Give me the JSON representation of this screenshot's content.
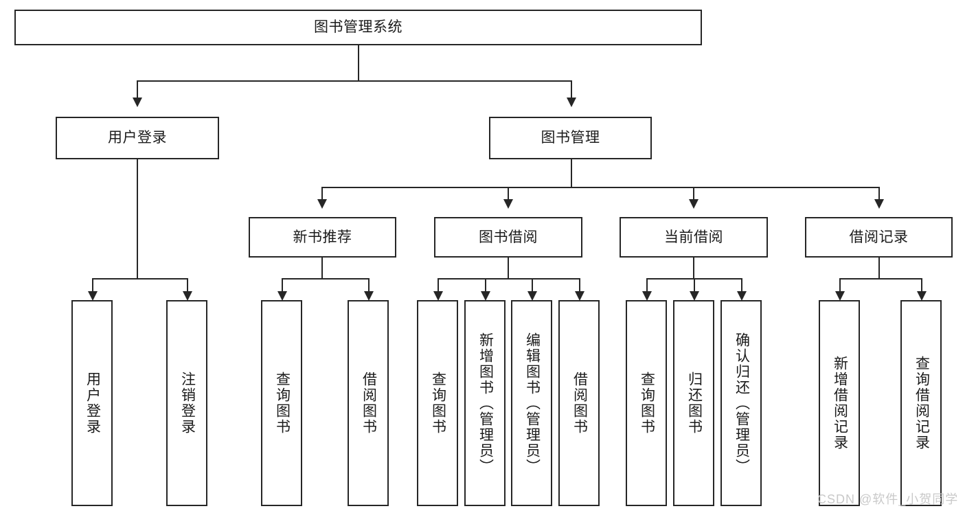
{
  "diagram": {
    "title": "图书管理系统",
    "type": "tree-hierarchy-diagram",
    "root": {
      "label": "图书管理系统"
    },
    "level2": [
      {
        "label": "用户登录"
      },
      {
        "label": "图书管理"
      }
    ],
    "level3": [
      {
        "label": "新书推荐"
      },
      {
        "label": "图书借阅"
      },
      {
        "label": "当前借阅"
      },
      {
        "label": "借阅记录"
      }
    ],
    "leaves": {
      "user_login": [
        {
          "label": "用户登录"
        },
        {
          "label": "注销登录"
        }
      ],
      "new_book_recommend": [
        {
          "label": "查询图书"
        },
        {
          "label": "借阅图书"
        }
      ],
      "book_borrow": [
        {
          "label": "查询图书"
        },
        {
          "label": "新增图书（管理员）"
        },
        {
          "label": "编辑图书（管理员）"
        },
        {
          "label": "借阅图书"
        }
      ],
      "current_borrow": [
        {
          "label": "查询图书"
        },
        {
          "label": "归还图书"
        },
        {
          "label": "确认归还（管理员）"
        }
      ],
      "borrow_records": [
        {
          "label": "新增借阅记录"
        },
        {
          "label": "查询借阅记录"
        }
      ]
    }
  },
  "watermark": {
    "text": "CSDN @软件_小贺同学"
  },
  "colors": {
    "stroke": "#262626",
    "text": "#1b1b1b",
    "background": "#ffffff",
    "watermark": "#c9c9c9"
  }
}
